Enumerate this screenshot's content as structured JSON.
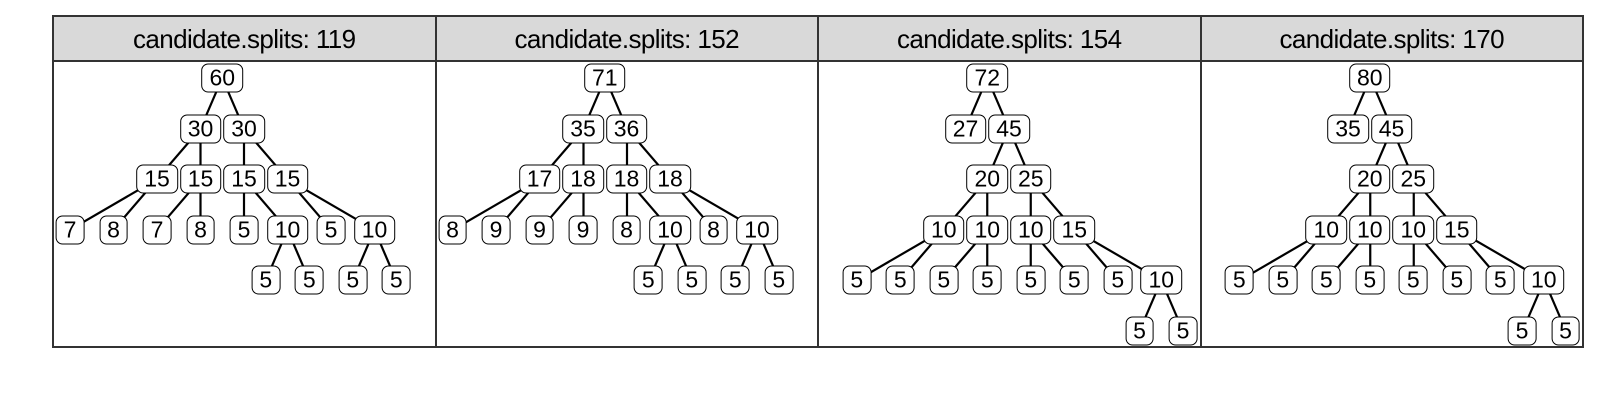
{
  "figure": {
    "kind": "trellis-of-trees",
    "colors": {
      "background": "#ffffff",
      "frame": "#333333",
      "strip_bg": "#d9d9d9",
      "strip_text": "#000000",
      "node_bg": "#ffffff",
      "node_border": "#000000",
      "node_text": "#000000",
      "edge": "#000000"
    }
  },
  "chart_data": [
    {
      "type": "tree",
      "title": "candidate.splits: 119",
      "candidate_splits": 119,
      "nodes": [
        {
          "id": "a",
          "label": "60",
          "row": 0,
          "slot": 4.5
        },
        {
          "id": "b",
          "label": "30",
          "row": 1,
          "slot": 4
        },
        {
          "id": "c",
          "label": "30",
          "row": 1,
          "slot": 5
        },
        {
          "id": "d",
          "label": "15",
          "row": 2,
          "slot": 3
        },
        {
          "id": "e",
          "label": "15",
          "row": 2,
          "slot": 4
        },
        {
          "id": "f",
          "label": "15",
          "row": 2,
          "slot": 5
        },
        {
          "id": "g",
          "label": "15",
          "row": 2,
          "slot": 6
        },
        {
          "id": "h",
          "label": "7",
          "row": 3,
          "slot": 1
        },
        {
          "id": "i",
          "label": "8",
          "row": 3,
          "slot": 2
        },
        {
          "id": "j",
          "label": "7",
          "row": 3,
          "slot": 3
        },
        {
          "id": "k",
          "label": "8",
          "row": 3,
          "slot": 4
        },
        {
          "id": "l",
          "label": "5",
          "row": 3,
          "slot": 5
        },
        {
          "id": "m",
          "label": "10",
          "row": 3,
          "slot": 6
        },
        {
          "id": "n",
          "label": "5",
          "row": 3,
          "slot": 7
        },
        {
          "id": "o",
          "label": "10",
          "row": 3,
          "slot": 8
        },
        {
          "id": "p",
          "label": "5",
          "row": 4,
          "slot": 5.5
        },
        {
          "id": "q",
          "label": "5",
          "row": 4,
          "slot": 6.5
        },
        {
          "id": "r",
          "label": "5",
          "row": 4,
          "slot": 7.5
        },
        {
          "id": "s",
          "label": "5",
          "row": 4,
          "slot": 8.5
        }
      ],
      "edges": [
        [
          "a",
          "b"
        ],
        [
          "a",
          "c"
        ],
        [
          "b",
          "d"
        ],
        [
          "b",
          "e"
        ],
        [
          "c",
          "f"
        ],
        [
          "c",
          "g"
        ],
        [
          "d",
          "h"
        ],
        [
          "d",
          "i"
        ],
        [
          "e",
          "j"
        ],
        [
          "e",
          "k"
        ],
        [
          "f",
          "l"
        ],
        [
          "f",
          "m"
        ],
        [
          "g",
          "n"
        ],
        [
          "g",
          "o"
        ],
        [
          "m",
          "p"
        ],
        [
          "m",
          "q"
        ],
        [
          "o",
          "r"
        ],
        [
          "o",
          "s"
        ]
      ]
    },
    {
      "type": "tree",
      "title": "candidate.splits: 152",
      "candidate_splits": 152,
      "nodes": [
        {
          "id": "a",
          "label": "71",
          "row": 0,
          "slot": 4.5
        },
        {
          "id": "b",
          "label": "35",
          "row": 1,
          "slot": 4
        },
        {
          "id": "c",
          "label": "36",
          "row": 1,
          "slot": 5
        },
        {
          "id": "d",
          "label": "17",
          "row": 2,
          "slot": 3
        },
        {
          "id": "e",
          "label": "18",
          "row": 2,
          "slot": 4
        },
        {
          "id": "f",
          "label": "18",
          "row": 2,
          "slot": 5
        },
        {
          "id": "g",
          "label": "18",
          "row": 2,
          "slot": 6
        },
        {
          "id": "h",
          "label": "8",
          "row": 3,
          "slot": 1
        },
        {
          "id": "i",
          "label": "9",
          "row": 3,
          "slot": 2
        },
        {
          "id": "j",
          "label": "9",
          "row": 3,
          "slot": 3
        },
        {
          "id": "k",
          "label": "9",
          "row": 3,
          "slot": 4
        },
        {
          "id": "l",
          "label": "8",
          "row": 3,
          "slot": 5
        },
        {
          "id": "m",
          "label": "10",
          "row": 3,
          "slot": 6
        },
        {
          "id": "n",
          "label": "8",
          "row": 3,
          "slot": 7
        },
        {
          "id": "o",
          "label": "10",
          "row": 3,
          "slot": 8
        },
        {
          "id": "p",
          "label": "5",
          "row": 4,
          "slot": 5.5
        },
        {
          "id": "q",
          "label": "5",
          "row": 4,
          "slot": 6.5
        },
        {
          "id": "r",
          "label": "5",
          "row": 4,
          "slot": 7.5
        },
        {
          "id": "s",
          "label": "5",
          "row": 4,
          "slot": 8.5
        }
      ],
      "edges": [
        [
          "a",
          "b"
        ],
        [
          "a",
          "c"
        ],
        [
          "b",
          "d"
        ],
        [
          "b",
          "e"
        ],
        [
          "c",
          "f"
        ],
        [
          "c",
          "g"
        ],
        [
          "d",
          "h"
        ],
        [
          "d",
          "i"
        ],
        [
          "e",
          "j"
        ],
        [
          "e",
          "k"
        ],
        [
          "f",
          "l"
        ],
        [
          "f",
          "m"
        ],
        [
          "g",
          "n"
        ],
        [
          "g",
          "o"
        ],
        [
          "m",
          "p"
        ],
        [
          "m",
          "q"
        ],
        [
          "o",
          "r"
        ],
        [
          "o",
          "s"
        ]
      ]
    },
    {
      "type": "tree",
      "title": "candidate.splits: 154",
      "candidate_splits": 154,
      "nodes": [
        {
          "id": "a",
          "label": "72",
          "row": 0,
          "slot": 4.5
        },
        {
          "id": "b",
          "label": "27",
          "row": 1,
          "slot": 4
        },
        {
          "id": "c",
          "label": "45",
          "row": 1,
          "slot": 5
        },
        {
          "id": "d",
          "label": "20",
          "row": 2,
          "slot": 4.5
        },
        {
          "id": "e",
          "label": "25",
          "row": 2,
          "slot": 5.5
        },
        {
          "id": "f",
          "label": "10",
          "row": 3,
          "slot": 3.5
        },
        {
          "id": "g",
          "label": "10",
          "row": 3,
          "slot": 4.5
        },
        {
          "id": "h",
          "label": "10",
          "row": 3,
          "slot": 5.5
        },
        {
          "id": "i",
          "label": "15",
          "row": 3,
          "slot": 6.5
        },
        {
          "id": "j",
          "label": "5",
          "row": 4,
          "slot": 1.5
        },
        {
          "id": "k",
          "label": "5",
          "row": 4,
          "slot": 2.5
        },
        {
          "id": "l",
          "label": "5",
          "row": 4,
          "slot": 3.5
        },
        {
          "id": "m",
          "label": "5",
          "row": 4,
          "slot": 4.5
        },
        {
          "id": "n",
          "label": "5",
          "row": 4,
          "slot": 5.5
        },
        {
          "id": "o",
          "label": "5",
          "row": 4,
          "slot": 6.5
        },
        {
          "id": "p",
          "label": "5",
          "row": 4,
          "slot": 7.5
        },
        {
          "id": "q",
          "label": "10",
          "row": 4,
          "slot": 8.5
        },
        {
          "id": "r",
          "label": "5",
          "row": 5,
          "slot": 8
        },
        {
          "id": "s",
          "label": "5",
          "row": 5,
          "slot": 9
        }
      ],
      "edges": [
        [
          "a",
          "b"
        ],
        [
          "a",
          "c"
        ],
        [
          "c",
          "d"
        ],
        [
          "c",
          "e"
        ],
        [
          "d",
          "f"
        ],
        [
          "d",
          "g"
        ],
        [
          "e",
          "h"
        ],
        [
          "e",
          "i"
        ],
        [
          "f",
          "j"
        ],
        [
          "f",
          "k"
        ],
        [
          "g",
          "l"
        ],
        [
          "g",
          "m"
        ],
        [
          "h",
          "n"
        ],
        [
          "h",
          "o"
        ],
        [
          "i",
          "p"
        ],
        [
          "i",
          "q"
        ],
        [
          "q",
          "r"
        ],
        [
          "q",
          "s"
        ]
      ]
    },
    {
      "type": "tree",
      "title": "candidate.splits: 170",
      "candidate_splits": 170,
      "nodes": [
        {
          "id": "a",
          "label": "80",
          "row": 0,
          "slot": 4.5
        },
        {
          "id": "b",
          "label": "35",
          "row": 1,
          "slot": 4
        },
        {
          "id": "c",
          "label": "45",
          "row": 1,
          "slot": 5
        },
        {
          "id": "d",
          "label": "20",
          "row": 2,
          "slot": 4.5
        },
        {
          "id": "e",
          "label": "25",
          "row": 2,
          "slot": 5.5
        },
        {
          "id": "f",
          "label": "10",
          "row": 3,
          "slot": 3.5
        },
        {
          "id": "g",
          "label": "10",
          "row": 3,
          "slot": 4.5
        },
        {
          "id": "h",
          "label": "10",
          "row": 3,
          "slot": 5.5
        },
        {
          "id": "i",
          "label": "15",
          "row": 3,
          "slot": 6.5
        },
        {
          "id": "j",
          "label": "5",
          "row": 4,
          "slot": 1.5
        },
        {
          "id": "k",
          "label": "5",
          "row": 4,
          "slot": 2.5
        },
        {
          "id": "l",
          "label": "5",
          "row": 4,
          "slot": 3.5
        },
        {
          "id": "m",
          "label": "5",
          "row": 4,
          "slot": 4.5
        },
        {
          "id": "n",
          "label": "5",
          "row": 4,
          "slot": 5.5
        },
        {
          "id": "o",
          "label": "5",
          "row": 4,
          "slot": 6.5
        },
        {
          "id": "p",
          "label": "5",
          "row": 4,
          "slot": 7.5
        },
        {
          "id": "q",
          "label": "10",
          "row": 4,
          "slot": 8.5
        },
        {
          "id": "r",
          "label": "5",
          "row": 5,
          "slot": 8
        },
        {
          "id": "s",
          "label": "5",
          "row": 5,
          "slot": 9
        }
      ],
      "edges": [
        [
          "a",
          "b"
        ],
        [
          "a",
          "c"
        ],
        [
          "c",
          "d"
        ],
        [
          "c",
          "e"
        ],
        [
          "d",
          "f"
        ],
        [
          "d",
          "g"
        ],
        [
          "e",
          "h"
        ],
        [
          "e",
          "i"
        ],
        [
          "f",
          "j"
        ],
        [
          "f",
          "k"
        ],
        [
          "g",
          "l"
        ],
        [
          "g",
          "m"
        ],
        [
          "h",
          "n"
        ],
        [
          "h",
          "o"
        ],
        [
          "i",
          "p"
        ],
        [
          "i",
          "q"
        ],
        [
          "q",
          "r"
        ],
        [
          "q",
          "s"
        ]
      ]
    }
  ]
}
